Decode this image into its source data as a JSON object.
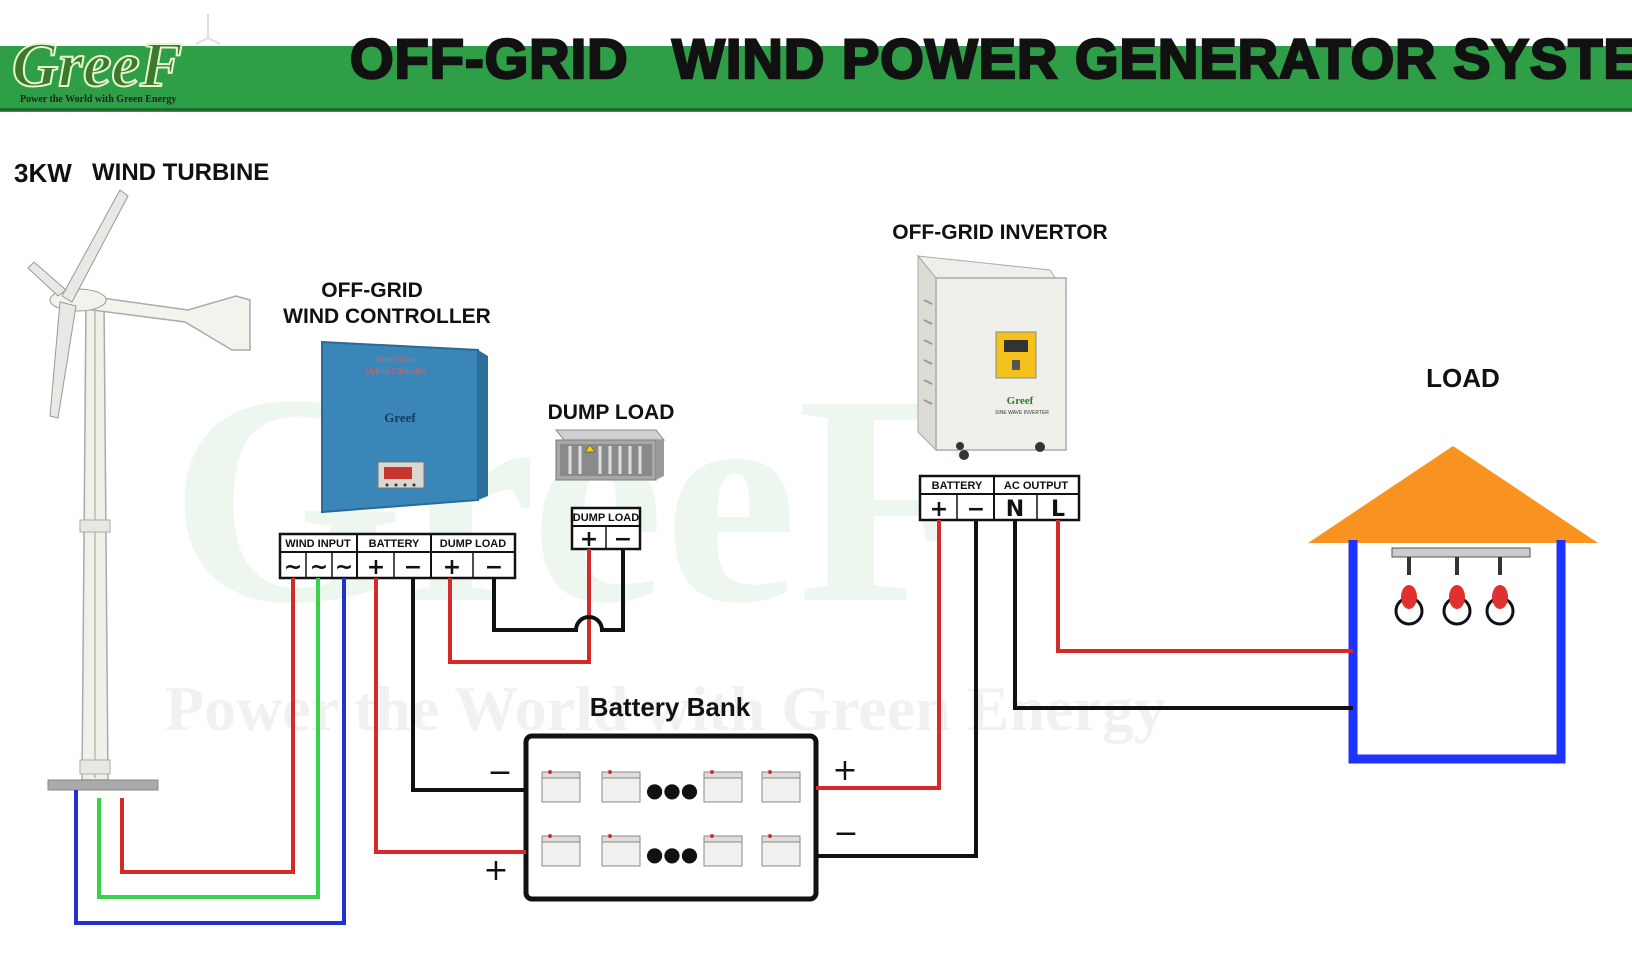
{
  "header": {
    "logo_text": "GreeF",
    "logo_tagline": "Power the World with Green Energy",
    "title_part1": "OFF-GRID",
    "title_part2": "WIND POWER GENERATOR SYSTEM",
    "band_color": "#2e9e47"
  },
  "labels": {
    "turbine_power": "3KW",
    "turbine": "WIND TURBINE",
    "controller_line1": "OFF-GRID",
    "controller_line2": "WIND CONTROLLER",
    "dump_load": "DUMP LOAD",
    "inverter": "OFF-GRID INVERTOR",
    "load": "LOAD",
    "battery_bank": "Battery Bank"
  },
  "controller_device": {
    "brand": "Greef",
    "line1": "Wind-solar",
    "line2": "Hybrid Controller"
  },
  "inverter_device": {
    "brand": "Greef",
    "model": "SINE WAVE INVERTER"
  },
  "controller_terminals": {
    "wind_input": "WIND INPUT",
    "battery": "BATTERY",
    "dump_load": "DUMP LOAD",
    "symbols": [
      "~",
      "~",
      "~",
      "+",
      "−",
      "+",
      "−"
    ]
  },
  "dump_terminals": {
    "label": "DUMP LOAD",
    "symbols": [
      "+",
      "−"
    ]
  },
  "inverter_terminals": {
    "battery": "BATTERY",
    "ac_output": "AC OUTPUT",
    "symbols": [
      "+",
      "−",
      "N",
      "L"
    ]
  },
  "battery_signs": {
    "left_minus": "−",
    "left_plus": "+",
    "right_plus": "+",
    "right_minus": "−",
    "ellipsis": "●●●"
  },
  "watermark": "Power the World with Green Energy",
  "colors": {
    "wire_red": "#d42a2a",
    "wire_green": "#3ad24a",
    "wire_blue": "#1f33c8",
    "wire_black": "#111111",
    "house_roof": "#f7931e",
    "house_wall": "#1f33ff"
  }
}
